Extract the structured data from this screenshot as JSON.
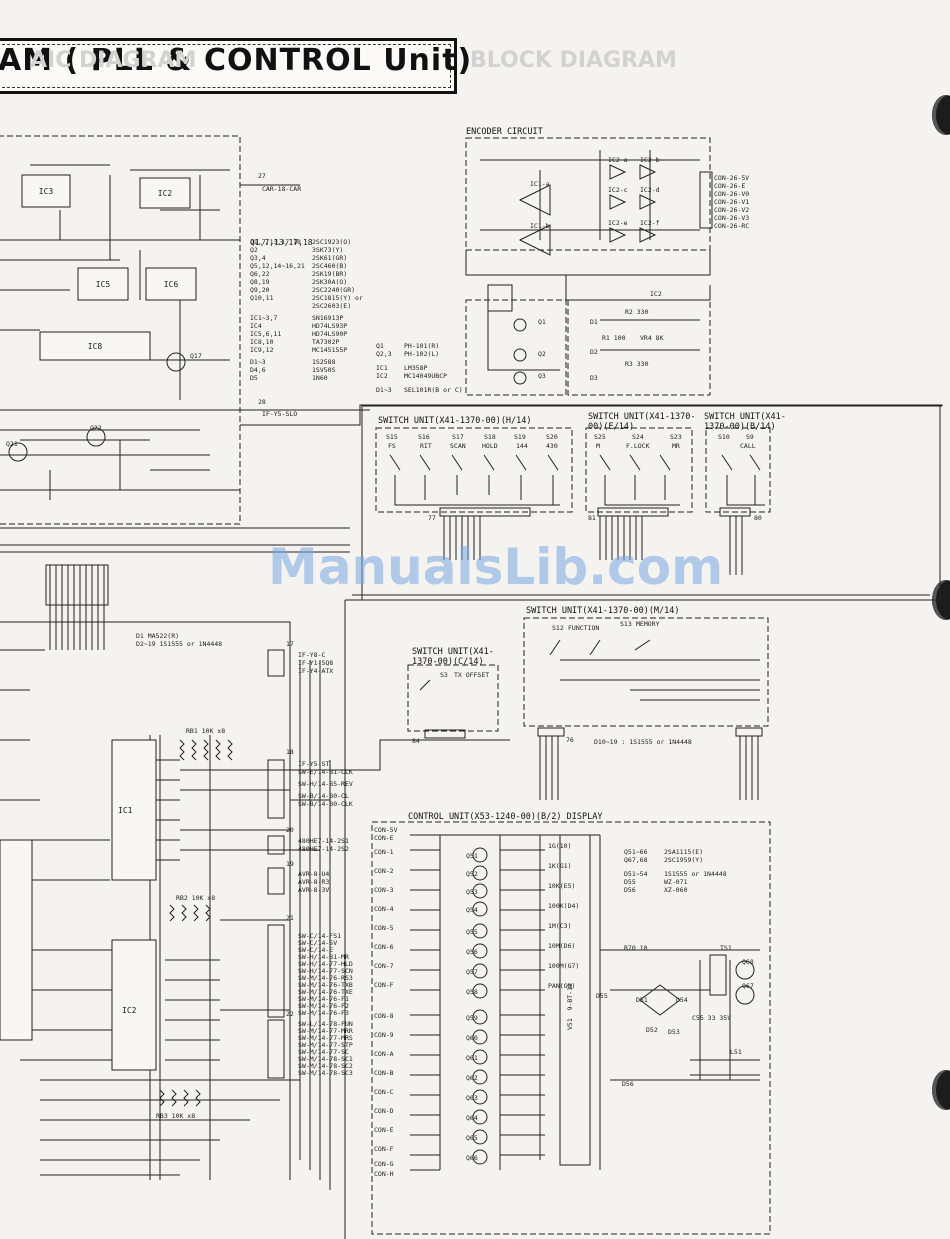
{
  "header": {
    "title": "AM  ( PLL & CONTROL  Unit)",
    "ghost_left": "AIC DIAGRAM",
    "ghost_right": "BLOCK DIAGRAM"
  },
  "watermark": "ManualsLib.com",
  "encoder": {
    "title": "ENCODER CIRCUIT",
    "connector_pins": [
      "CON-26-5V",
      "CON-26-E",
      "CON-26-V0",
      "CON-26-V1",
      "CON-26-V2",
      "CON-26-V3",
      "CON-26-RC"
    ],
    "labels": [
      "IC1-a",
      "IC1-b",
      "IC2-a",
      "IC2-b",
      "IC2-c",
      "IC2-d",
      "IC2-e",
      "IC2-f",
      "IC2",
      "Q1",
      "Q2",
      "Q3",
      "D1",
      "D2",
      "D3",
      "R2 330",
      "R1 100",
      "VR4 8K",
      "R3 330"
    ]
  },
  "pll": {
    "ic_labels": [
      "IC3",
      "IC2",
      "IC5",
      "IC6",
      "IC8"
    ],
    "transistors": [
      "Q17",
      "Q21",
      "Q22"
    ],
    "connectors": [
      "27",
      "28",
      "CAR-18-CAR",
      "IF-Y5-SLO"
    ],
    "parts_list": [
      [
        "Q1,7,13,17,18",
        "2SC1923(O)"
      ],
      [
        "Q2",
        "3SK73(Y)"
      ],
      [
        "Q3,4",
        "2SK61(GR)"
      ],
      [
        "Q5,12,14~16,21",
        "2SC460(B)"
      ],
      [
        "Q6,22",
        "2SK19(BR)"
      ],
      [
        "Q8,19",
        "2SK30A(O)"
      ],
      [
        "Q9,20",
        "2SC2240(GR)"
      ],
      [
        "Q10,11",
        "2SC1815(Y) or"
      ],
      [
        "",
        "2SC2603(E)"
      ],
      [
        "IC1~3,7",
        "SN16913P"
      ],
      [
        "IC4",
        "HD74LS93P"
      ],
      [
        "IC5,6,11",
        "HD74LS90P"
      ],
      [
        "IC8,10",
        "TA7302P"
      ],
      [
        "IC9,12",
        "MC145155P"
      ],
      [
        "D1~3",
        "1S2588"
      ],
      [
        "D4,6",
        "1SV50S"
      ],
      [
        "D5",
        "1N60"
      ]
    ],
    "parts_list_right": [
      [
        "Q1",
        "PH-101(R)"
      ],
      [
        "Q2,3",
        "PH-102(L)"
      ],
      [
        "IC1",
        "LM358P"
      ],
      [
        "IC2",
        "MC14049UBCP"
      ],
      [
        "D1~3",
        "SEL101R(B or C)"
      ]
    ]
  },
  "switch_units": [
    {
      "title": "SWITCH UNIT(X41-1370-00)(H/14)",
      "switches": [
        "S15",
        "S16",
        "S17",
        "S18",
        "S19",
        "S20"
      ],
      "names": [
        "FS",
        "RIT",
        "SCAN",
        "HOLD",
        "144",
        "430"
      ],
      "connector": "77"
    },
    {
      "title": "SWITCH UNIT(X41-1370-00)(E/14)",
      "switches": [
        "S25",
        "S24",
        "S23"
      ],
      "names": [
        "M",
        "F.LOCK",
        "MR"
      ],
      "connector": "81"
    },
    {
      "title": "SWITCH UNIT(X41-1370-00)(B/14)",
      "switches": [
        "S10",
        "S9"
      ],
      "names": [
        "CALL"
      ],
      "connector": "80"
    },
    {
      "title": "SWITCH UNIT(X41-1370-00)(M/14)",
      "switches": [
        "S12",
        "S13"
      ],
      "names": [
        "FUNCTION",
        "MEMORY"
      ],
      "connector": "76"
    },
    {
      "title": "SWITCH UNIT(X41-1370-00)(C/14)",
      "switches": [
        "S3"
      ],
      "names": [
        "TX OFFSET"
      ],
      "connector": "84"
    }
  ],
  "control": {
    "diodes_note": [
      "D1 MA522(R)",
      "D2~19 1S1555 or 1N4448"
    ],
    "d10_note": "D10~19 : 1S1555 or 1N4448",
    "ic1": "IC1",
    "ic2": "IC2",
    "resistor_packs": [
      "RB1 10K x8",
      "RB2 10K x8",
      "RB3 10K x8"
    ],
    "connector_groups": [
      {
        "id": "17",
        "pins": [
          "IF-Y8-C",
          "IF-Y1-5Q8",
          "IF-Y4-ATX"
        ]
      },
      {
        "id": "18",
        "pins": [
          "IF-Y5-ST",
          "SW-E/14-81-CLK",
          "SW-H/14-85-REV",
          "SW-B/14-80-CL",
          "SW-B/14-80-CLK"
        ]
      },
      {
        "id": "20",
        "pins": [
          "480HE7-14-2S1",
          "480HE7-14-2S2"
        ]
      },
      {
        "id": "19",
        "pins": [
          "AVR-8-U4",
          "AVR-8-R3",
          "AVR-8-3V"
        ]
      },
      {
        "id": "21",
        "pins": [
          "SW-C/14-FS1",
          "SW-C/14-5V",
          "SW-C/14-E",
          "SW-H/14-81-MR",
          "SW-H/14-77-HLD",
          "SW-H/14-77-SCN",
          "SW-M/14-76-RS3",
          "SW-M/14-76-TXB",
          "SW-M/14-76-TXE",
          "SW-M/14-76-F1",
          "SW-M/14-76-F2",
          "SW-M/14-76-F3"
        ]
      },
      {
        "id": "22",
        "pins": [
          "SW-L/14-78-FUN",
          "SW-M/14-77-MRR",
          "SW-M/14-77-MRS",
          "SW-M/14-77-STP",
          "SW-M/14-77-SC",
          "SW-M/14-78-SC1",
          "SW-M/14-78-SC2",
          "SW-M/14-78-SC3"
        ]
      }
    ]
  },
  "display": {
    "title": "CONTROL UNIT(X53-1240-00)(B/2) DISPLAY",
    "con_labels": [
      "CON-5V",
      "CON-E",
      "CON-1",
      "CON-2",
      "CON-3",
      "CON-4",
      "CON-5",
      "CON-6",
      "CON-7",
      "CON-F",
      "CON-8",
      "CON-9",
      "CON-A",
      "CON-B",
      "CON-C",
      "CON-D",
      "CON-E",
      "CON-F",
      "CON-G",
      "CON-H"
    ],
    "transistors_top": [
      "Q51",
      "Q52",
      "Q53",
      "Q54",
      "Q55",
      "Q56",
      "Q57",
      "Q58"
    ],
    "transistors_bottom": [
      "Q59",
      "Q60",
      "Q61",
      "Q62",
      "Q63",
      "Q64",
      "Q65",
      "Q66"
    ],
    "segments": [
      "1G(10)",
      "1K(G1)",
      "10K(E5)",
      "100K(D4)",
      "1M(C3)",
      "10M(D6)",
      "100M(G7)",
      "PAN(G8)"
    ],
    "parts_list": [
      [
        "Q51~66",
        "2SA1115(E)"
      ],
      [
        "Q67,68",
        "2SC1959(Y)"
      ],
      [
        "D51~54",
        "1S1555 or 1N4448"
      ],
      [
        "D55",
        "WZ-071"
      ],
      [
        "D56",
        "XZ-060"
      ]
    ],
    "vfd_label": "V51  9-BT-12",
    "other_labels": [
      "TS1",
      "Q68",
      "Q67",
      "D51",
      "D52",
      "D53",
      "D54",
      "D55",
      "D56",
      "L51",
      "R70 10",
      "C55 33 35V"
    ]
  }
}
